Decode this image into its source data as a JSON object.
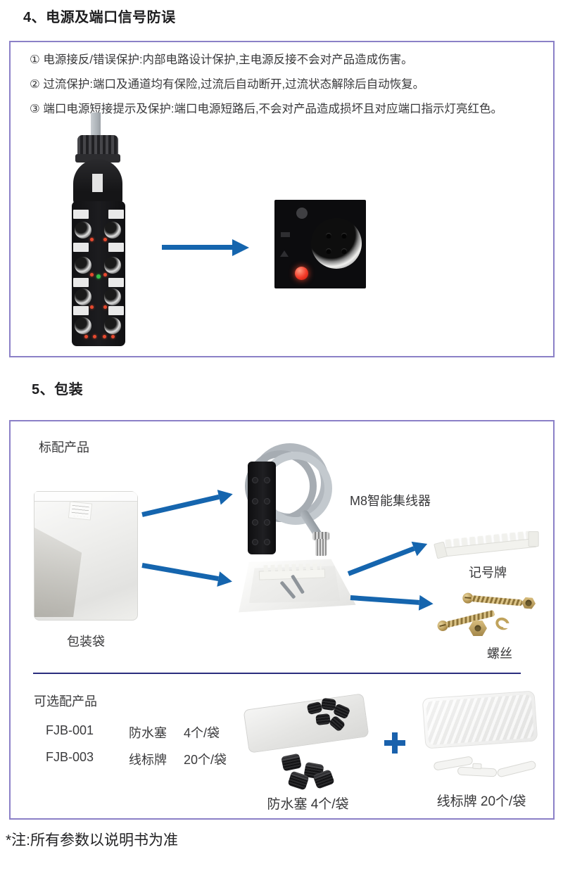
{
  "page": {
    "section4": {
      "title": "4、电源及端口信号防误",
      "points": [
        "① 电源接反/错误保护:内部电路设计保护,主电源反接不会对产品造成伤害。",
        "② 过流保护:端口及通道均有保险,过流后自动断开,过流状态解除后自动恢复。",
        "③ 端口电源短接提示及保护:端口电源短路后,不会对产品造成损坏且对应端口指示灯亮红色。"
      ]
    },
    "section5": {
      "title": "5、包装",
      "standard_label": "标配产品",
      "bag_caption": "包装袋",
      "hub_caption": "M8智能集线器",
      "marker_caption": "记号牌",
      "screws_caption": "螺丝",
      "optional_label": "可选配产品",
      "optional_items": [
        {
          "model": "FJB-001",
          "name": "防水塞",
          "qty": "4个/袋"
        },
        {
          "model": "FJB-003",
          "name": "线标牌",
          "qty": "20个/袋"
        }
      ],
      "plug_caption": "防水塞 4个/袋",
      "plus_sign": "+",
      "tag_caption": "线标牌 20个/袋"
    },
    "note": "*注:所有参数以说明书为准",
    "colors": {
      "box_border": "#8b80c7",
      "arrow_blue": "#1565ae",
      "divider_navy": "#2b2e7e",
      "plus_blue": "#1961ac",
      "led_red": "#f33a28",
      "led_green": "#35c04a"
    }
  }
}
